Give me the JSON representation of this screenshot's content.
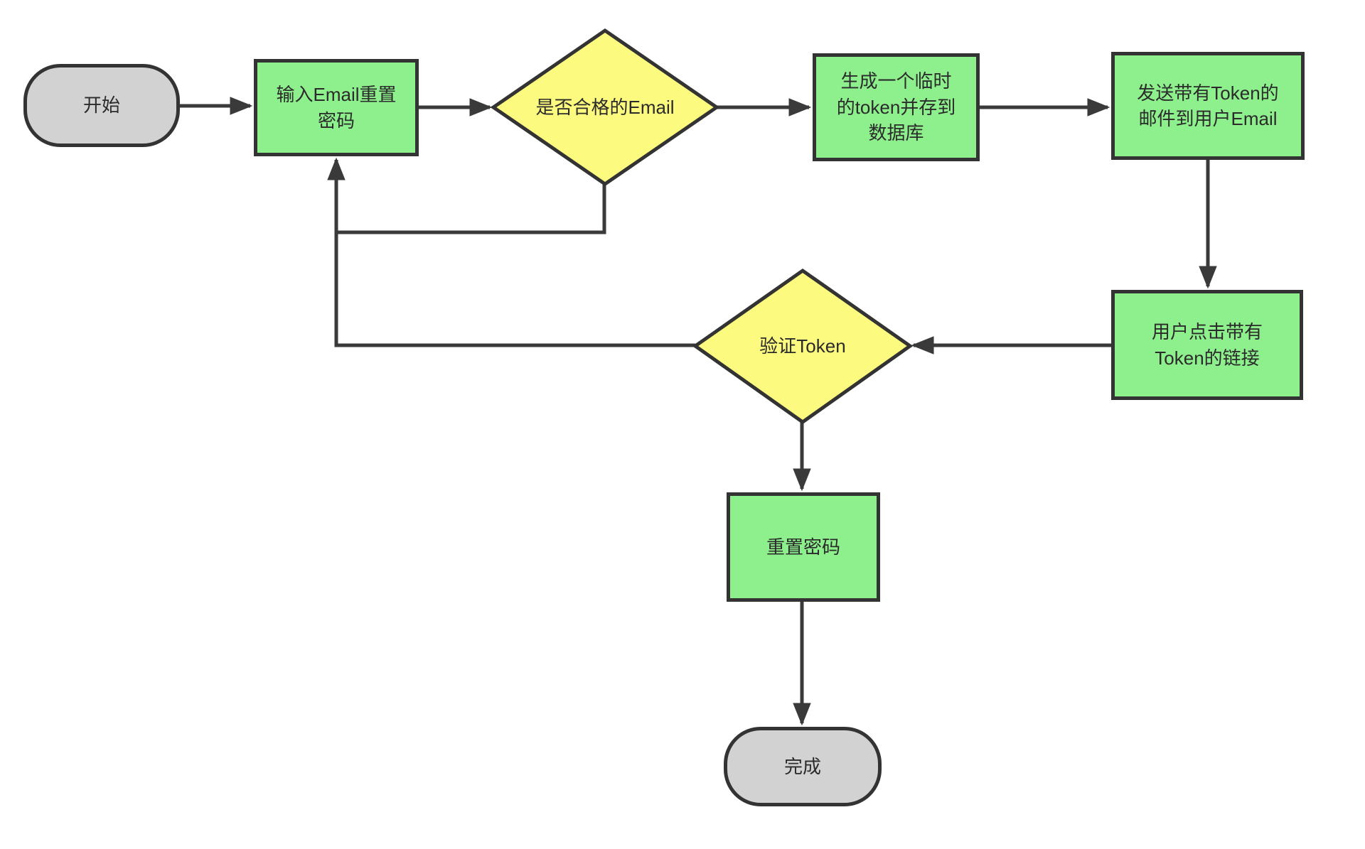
{
  "diagram": {
    "type": "flowchart",
    "topic": "password-reset-via-email-token",
    "colors": {
      "process_fill": "#8df08d",
      "decision_fill": "#fcfa7f",
      "terminal_fill": "#d2d2d2",
      "border": "#333333",
      "line": "#3a3a3a",
      "text": "#2b2b2b",
      "background": "#ffffff"
    },
    "nodes": {
      "start": {
        "type": "terminal",
        "label": "开始"
      },
      "enter_email": {
        "type": "process",
        "label": "输入Email重置\n密码"
      },
      "email_valid": {
        "type": "decision",
        "label": "是否合格的Email"
      },
      "generate_token": {
        "type": "process",
        "label": "生成一个临时\n的token并存到\n数据库"
      },
      "send_email": {
        "type": "process",
        "label": "发送带有Token的\n邮件到用户Email"
      },
      "click_link": {
        "type": "process",
        "label": "用户点击带有\nToken的链接"
      },
      "verify_token": {
        "type": "decision",
        "label": "验证Token"
      },
      "reset_password": {
        "type": "process",
        "label": "重置密码"
      },
      "done": {
        "type": "terminal",
        "label": "完成"
      }
    },
    "edges": [
      {
        "from": "start",
        "to": "enter_email"
      },
      {
        "from": "enter_email",
        "to": "email_valid"
      },
      {
        "from": "email_valid",
        "to": "generate_token"
      },
      {
        "from": "generate_token",
        "to": "send_email"
      },
      {
        "from": "send_email",
        "to": "click_link"
      },
      {
        "from": "click_link",
        "to": "verify_token"
      },
      {
        "from": "verify_token",
        "to": "reset_password"
      },
      {
        "from": "reset_password",
        "to": "done"
      },
      {
        "from": "email_valid",
        "to": "enter_email"
      },
      {
        "from": "verify_token",
        "to": "enter_email"
      }
    ]
  }
}
